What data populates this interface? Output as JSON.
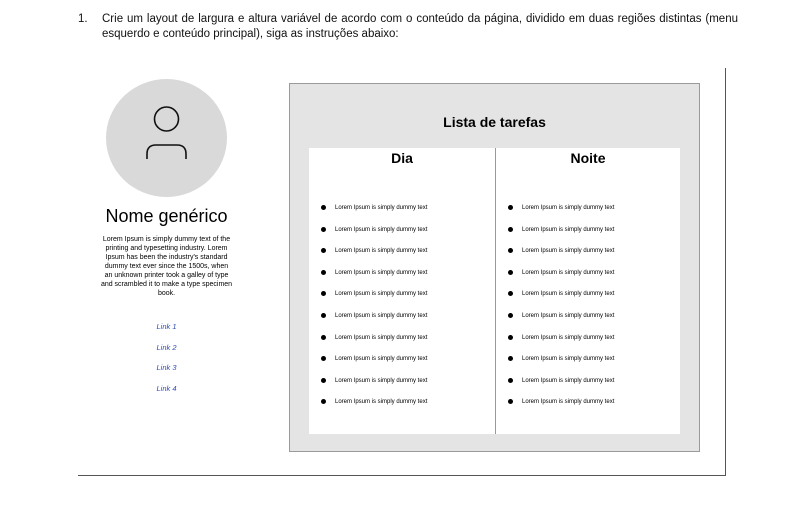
{
  "instruction": {
    "number": "1.",
    "text": "Crie um layout de largura e altura variável de acordo com o conteúdo da página, dividido em duas regiões distintas (menu esquerdo e conteúdo principal), siga as instruções abaixo:"
  },
  "sidebar": {
    "avatar_icon": "user-icon",
    "name": "Nome genérico",
    "bio": "Lorem Ipsum is simply dummy text of the printing and typesetting industry. Lorem Ipsum has been the industry's standard dummy text ever since the 1500s, when an unknown printer took a galley of type and scrambled it to make a type specimen book.",
    "links": [
      "Link 1",
      "Link 2",
      "Link 3",
      "Link 4"
    ],
    "link_color": "#2f4bb5"
  },
  "main": {
    "title": "Lista de tarefas",
    "columns": [
      {
        "heading": "Dia",
        "items": [
          "Lorem Ipsum is simply dummy text",
          "Lorem Ipsum is simply dummy text",
          "Lorem Ipsum is simply dummy text",
          "Lorem Ipsum is simply dummy text",
          "Lorem Ipsum is simply dummy text",
          "Lorem Ipsum is simply dummy text",
          "Lorem Ipsum is simply dummy text",
          "Lorem Ipsum is simply dummy text",
          "Lorem Ipsum is simply dummy text",
          "Lorem Ipsum is simply dummy text"
        ]
      },
      {
        "heading": "Noite",
        "items": [
          "Lorem Ipsum is simply dummy text",
          "Lorem Ipsum is simply dummy text",
          "Lorem Ipsum is simply dummy text",
          "Lorem Ipsum is simply dummy text",
          "Lorem Ipsum is simply dummy text",
          "Lorem Ipsum is simply dummy text",
          "Lorem Ipsum is simply dummy text",
          "Lorem Ipsum is simply dummy text",
          "Lorem Ipsum is simply dummy text",
          "Lorem Ipsum is simply dummy text"
        ]
      }
    ]
  }
}
